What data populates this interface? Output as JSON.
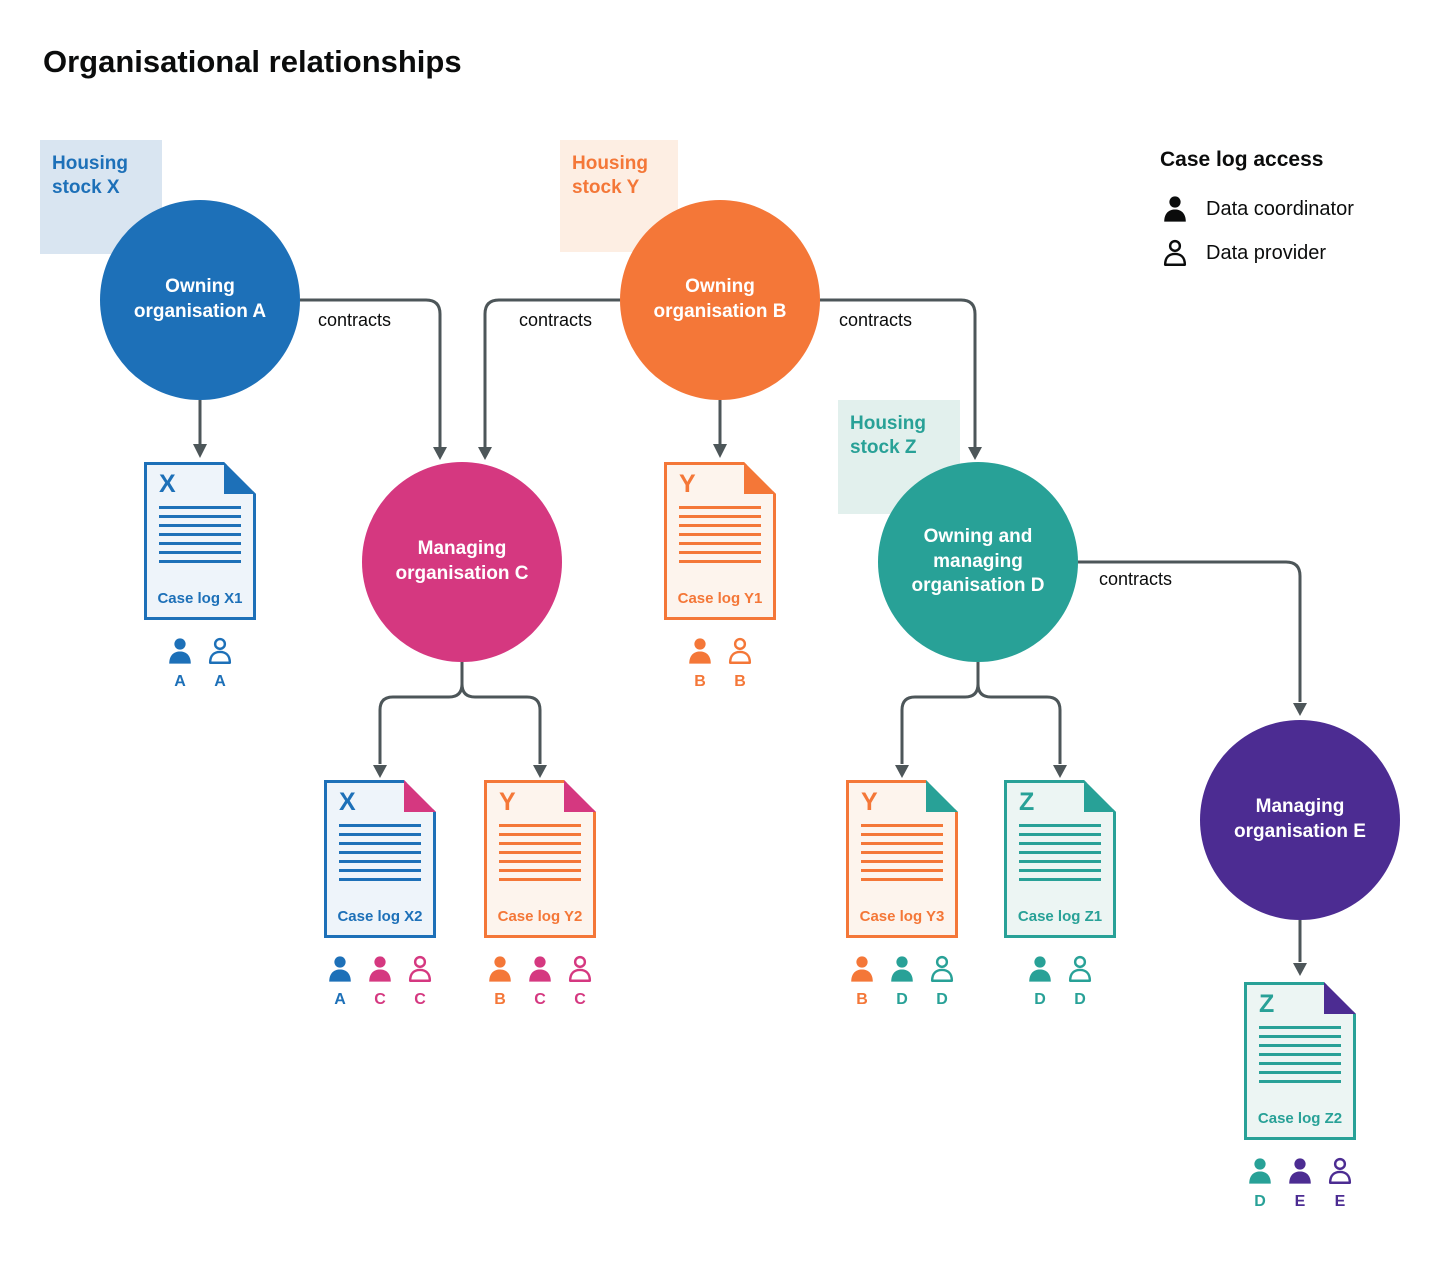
{
  "title": "Organisational relationships",
  "legend": {
    "title": "Case log access",
    "items": [
      {
        "icon": "person-filled-icon",
        "label": "Data coordinator"
      },
      {
        "icon": "person-outline-icon",
        "label": "Data provider"
      }
    ]
  },
  "housing_stocks": [
    {
      "id": "X",
      "label": "Housing stock X",
      "color": "#1d70b8"
    },
    {
      "id": "Y",
      "label": "Housing stock Y",
      "color": "#f47738"
    },
    {
      "id": "Z",
      "label": "Housing stock Z",
      "color": "#28a197"
    }
  ],
  "organisations": [
    {
      "id": "A",
      "label": "Owning organisation A",
      "color": "#1d70b8"
    },
    {
      "id": "B",
      "label": "Owning organisation B",
      "color": "#f47738"
    },
    {
      "id": "C",
      "label": "Managing organisation C",
      "color": "#d53880"
    },
    {
      "id": "D",
      "label": "Owning and managing organisation D",
      "color": "#28a197"
    },
    {
      "id": "E",
      "label": "Managing organisation E",
      "color": "#4c2c92"
    }
  ],
  "contracts_labels": [
    "contracts",
    "contracts",
    "contracts",
    "contracts"
  ],
  "case_logs": [
    {
      "id": "X1",
      "letter": "X",
      "label": "Case log X1",
      "color": "#1d70b8",
      "fold_color": "#1d70b8",
      "access": [
        {
          "role": "data-coordinator",
          "letter": "A",
          "color": "#1d70b8"
        },
        {
          "role": "data-provider",
          "letter": "A",
          "color": "#1d70b8"
        }
      ]
    },
    {
      "id": "Y1",
      "letter": "Y",
      "label": "Case log Y1",
      "color": "#f47738",
      "fold_color": "#f47738",
      "access": [
        {
          "role": "data-coordinator",
          "letter": "B",
          "color": "#f47738"
        },
        {
          "role": "data-provider",
          "letter": "B",
          "color": "#f47738"
        }
      ]
    },
    {
      "id": "X2",
      "letter": "X",
      "label": "Case log X2",
      "color": "#1d70b8",
      "fold_color": "#d53880",
      "access": [
        {
          "role": "data-coordinator",
          "letter": "A",
          "color": "#1d70b8"
        },
        {
          "role": "data-coordinator",
          "letter": "C",
          "color": "#d53880"
        },
        {
          "role": "data-provider",
          "letter": "C",
          "color": "#d53880"
        }
      ]
    },
    {
      "id": "Y2",
      "letter": "Y",
      "label": "Case log Y2",
      "color": "#f47738",
      "fold_color": "#d53880",
      "access": [
        {
          "role": "data-coordinator",
          "letter": "B",
          "color": "#f47738"
        },
        {
          "role": "data-coordinator",
          "letter": "C",
          "color": "#d53880"
        },
        {
          "role": "data-provider",
          "letter": "C",
          "color": "#d53880"
        }
      ]
    },
    {
      "id": "Y3",
      "letter": "Y",
      "label": "Case log Y3",
      "color": "#f47738",
      "fold_color": "#28a197",
      "access": [
        {
          "role": "data-coordinator",
          "letter": "B",
          "color": "#f47738"
        },
        {
          "role": "data-coordinator",
          "letter": "D",
          "color": "#28a197"
        },
        {
          "role": "data-provider",
          "letter": "D",
          "color": "#28a197"
        }
      ]
    },
    {
      "id": "Z1",
      "letter": "Z",
      "label": "Case log Z1",
      "color": "#28a197",
      "fold_color": "#28a197",
      "access": [
        {
          "role": "data-coordinator",
          "letter": "D",
          "color": "#28a197"
        },
        {
          "role": "data-provider",
          "letter": "D",
          "color": "#28a197"
        }
      ]
    },
    {
      "id": "Z2",
      "letter": "Z",
      "label": "Case log Z2",
      "color": "#28a197",
      "fold_color": "#4c2c92",
      "access": [
        {
          "role": "data-coordinator",
          "letter": "D",
          "color": "#28a197"
        },
        {
          "role": "data-coordinator",
          "letter": "E",
          "color": "#4c2c92"
        },
        {
          "role": "data-provider",
          "letter": "E",
          "color": "#4c2c92"
        }
      ]
    }
  ],
  "colors": {
    "blue": "#1d70b8",
    "orange": "#f47738",
    "pink": "#d53880",
    "teal": "#28a197",
    "purple": "#4c2c92",
    "connector": "#4d5659",
    "text": "#0b0c0c"
  }
}
